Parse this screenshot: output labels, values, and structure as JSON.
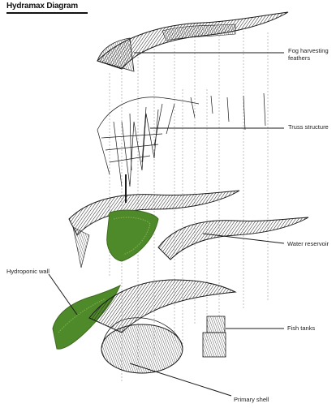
{
  "diagram": {
    "title": "Hydramax Diagram",
    "labels": {
      "fog_harvesting": "Fog harvesting\nfeathers",
      "truss": "Truss structure",
      "water_reservoir": "Water reservoir",
      "hydroponic_wall": "Hydroponic wall",
      "fish_tanks": "Fish tanks",
      "primary_shell": "Primary shell"
    },
    "colors": {
      "ink": "#1a1a1a",
      "guide": "#9a9a9a",
      "green_dark": "#3f6b1f",
      "green_light": "#7fae4a"
    }
  }
}
